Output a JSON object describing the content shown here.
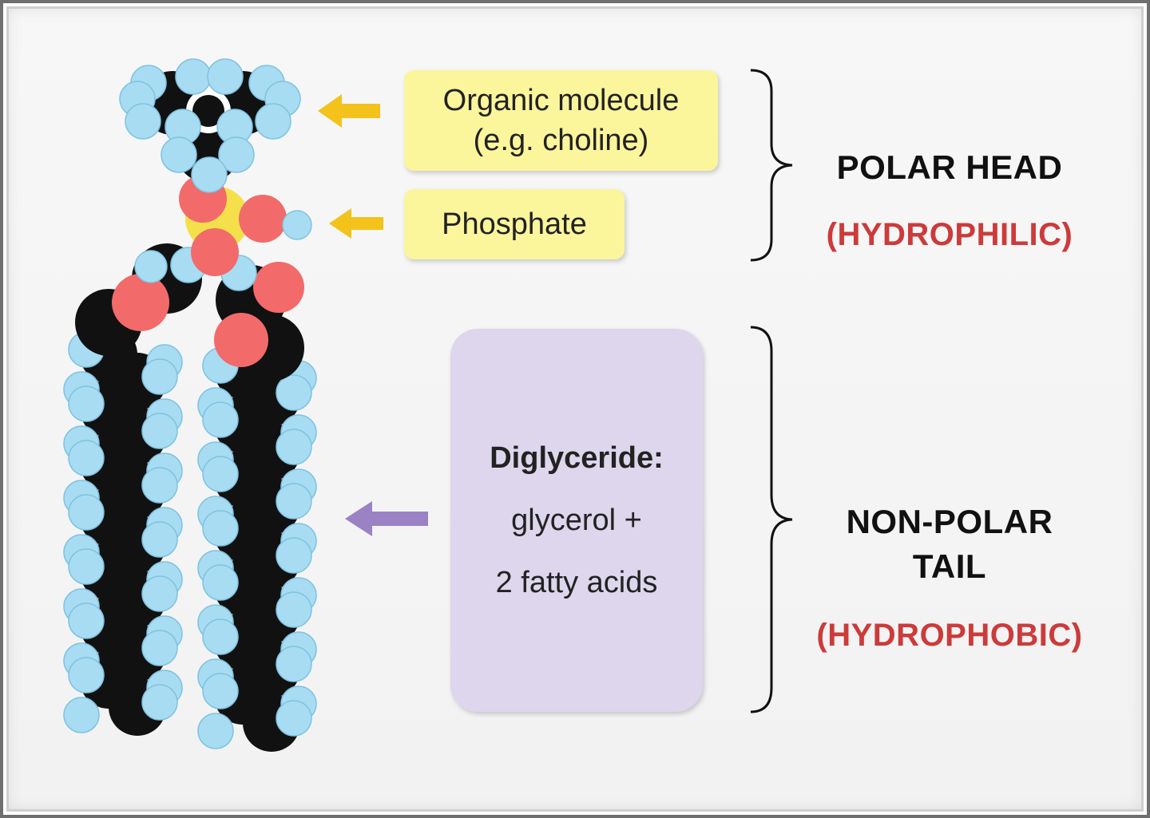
{
  "labels": {
    "organic": [
      "Organic molecule",
      "(e.g. choline)"
    ],
    "phosphate": "Phosphate",
    "diglyceride": {
      "title": "Diglyceride:",
      "line1": "glycerol +",
      "line2": "2 fatty acids"
    }
  },
  "sections": {
    "head": {
      "title": "POLAR HEAD",
      "subtitle": "(HYDROPHILIC)"
    },
    "tail": {
      "title_lines": [
        "NON-POLAR",
        "TAIL"
      ],
      "subtitle": "(HYDROPHOBIC)"
    }
  },
  "colors": {
    "carbon": "#111111",
    "hydrogen": "#a8dcf2",
    "oxygen": "#f26a6a",
    "phosphorus": "#f4e04a",
    "label_yellow": "#fbf59c",
    "label_purple": "#ddd6ec",
    "arrow_yellow": "#f3c21b",
    "arrow_purple": "#9a82c4",
    "hydro_red": "#cc3b3b"
  }
}
